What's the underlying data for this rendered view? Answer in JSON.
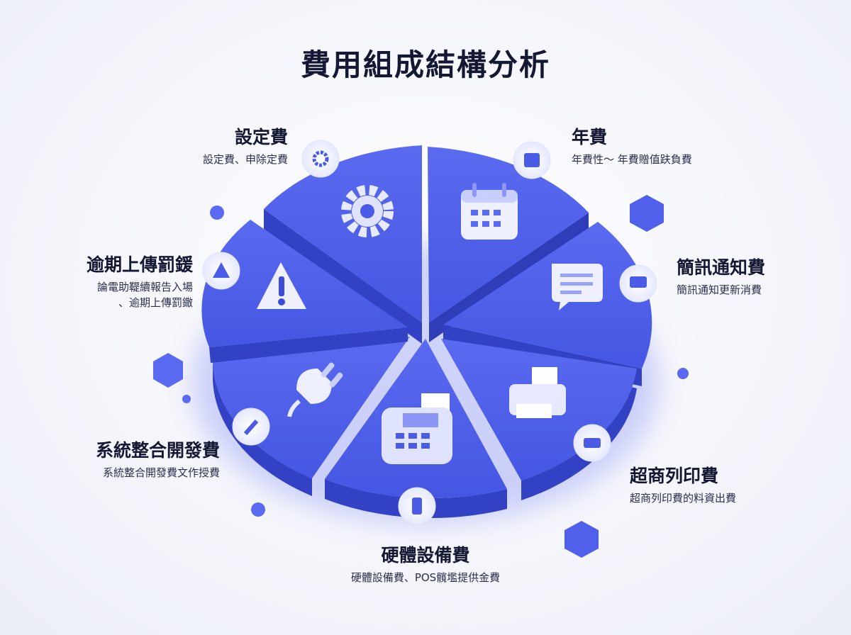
{
  "title": "費用組成結構分析",
  "segments": [
    {
      "key": "setup",
      "name": "設定費",
      "desc": "設定費、申除定費",
      "icon": "gear-icon"
    },
    {
      "key": "annual",
      "name": "年費",
      "desc": "年費性～ 年費贈值趺負費",
      "icon": "calendar-icon"
    },
    {
      "key": "sms",
      "name": "簡訊通知費",
      "desc": "簡訊通知更新消費",
      "icon": "chat-message-icon"
    },
    {
      "key": "print",
      "name": "超商列印費",
      "desc": "超商列印費的料資出費",
      "icon": "printer-icon"
    },
    {
      "key": "hardware",
      "name": "硬體設備費",
      "desc": "硬體設備費、POS髖壏提供金費",
      "icon": "pos-terminal-icon"
    },
    {
      "key": "integration",
      "name": "系統整合開發費",
      "desc": "系統整合開發費文作授費",
      "icon": "plug-icon"
    },
    {
      "key": "penalty",
      "name": "逾期上傳罰鍰",
      "desc": "論電助鞮續報告入場\n、逾期上傳罰鏾",
      "icon": "warning-icon"
    }
  ],
  "colors": {
    "top": "#4a5be6",
    "side": "#3342c4",
    "accent": "#5566f0"
  }
}
